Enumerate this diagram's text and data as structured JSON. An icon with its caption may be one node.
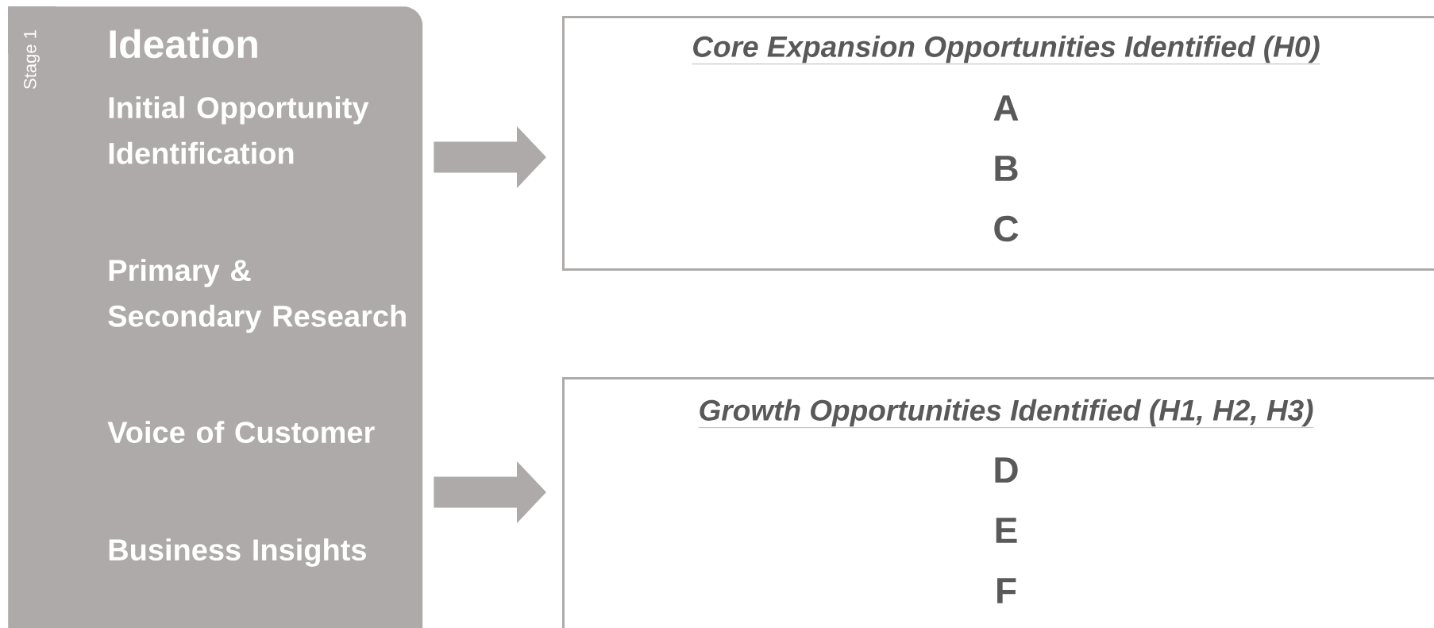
{
  "diagram": {
    "nodes": [
      {
        "text": [
          "Stage 1",
          "Ideation",
          "Initial Opportunity Identification",
          "Primary & Secondary Research",
          "Voice of Customer",
          "Business Insights"
        ]
      },
      {
        "text": [
          "Core Expansion Opportunities Identified (H0)",
          "A",
          "B",
          "C"
        ]
      },
      {
        "text": [
          "Growth Opportunities Identified (H1, H2, H3)",
          "D",
          "E",
          "F"
        ]
      }
    ],
    "edges": [
      {
        "from": 0,
        "to": 1,
        "arrow": "to"
      },
      {
        "from": 0,
        "to": 2,
        "arrow": "to"
      }
    ]
  }
}
